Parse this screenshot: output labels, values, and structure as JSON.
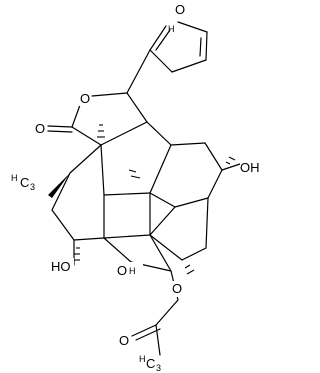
{
  "labels": {
    "furan_o": "O",
    "furan_h": "H",
    "lactone_ring_o": "O",
    "lactone_carbonyl_o": "O",
    "oh_right": "OH",
    "methyl_h": "H",
    "methyl_c": "C",
    "methyl_h3": "3",
    "ho_left": "HO",
    "ester_o_bridge": "O",
    "ester_o_lower": "O",
    "ester_h_overlap": "H",
    "acetyl_o": "O",
    "acetyl_h": "H",
    "acetyl_c": "C",
    "acetyl_h3": "3"
  }
}
